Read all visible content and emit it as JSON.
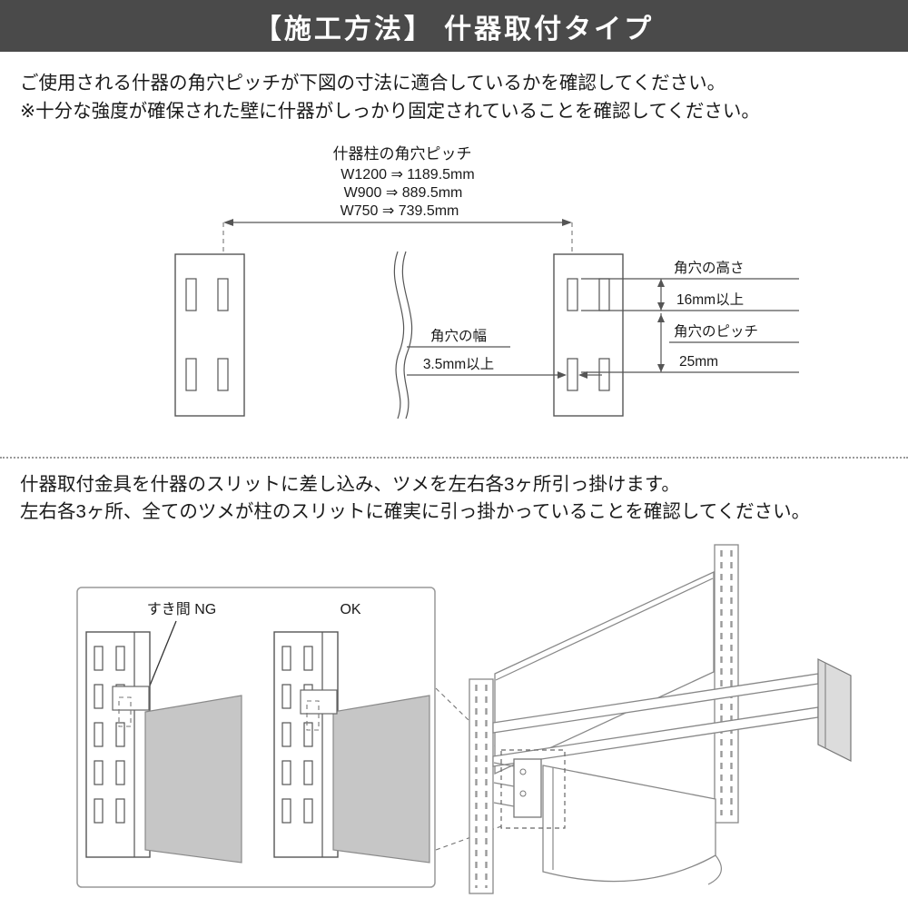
{
  "header": {
    "title": "【施工方法】 什器取付タイプ"
  },
  "intro": {
    "line1": "ご使用される什器の角穴ピッチが下図の寸法に適合しているかを確認してください。",
    "line2": "※十分な強度が確保された壁に什器がしっかり固定されていることを確認してください。"
  },
  "pitch_diagram": {
    "title": "什器柱の角穴ピッチ",
    "pitch_rows": [
      "W1200 ⇒ 1189.5mm",
      "W900 ⇒ 889.5mm",
      "W750 ⇒ 739.5mm"
    ],
    "hole_height_label": "角穴の高さ",
    "hole_height_value": "16mm以上",
    "hole_pitch_label": "角穴のピッチ",
    "hole_pitch_value": "25mm",
    "hole_width_label": "角穴の幅",
    "hole_width_value": "3.5mm以上"
  },
  "steps": {
    "line1": "什器取付金具を什器のスリットに差し込み、ツメを左右各3ヶ所引っ掛けます。",
    "line2": "左右各3ヶ所、全てのツメが柱のスリットに確実に引っ掛かっていることを確認してください。"
  },
  "detail_diagram": {
    "ng_label": "すき間 NG",
    "ok_label": "OK"
  },
  "colors": {
    "header_bg": "#4a4a4a",
    "panel_gray": "#c6c6c6",
    "bracket_gray": "#dcdcdc",
    "diagram_line": "#555555",
    "text": "#1a1a1a"
  }
}
